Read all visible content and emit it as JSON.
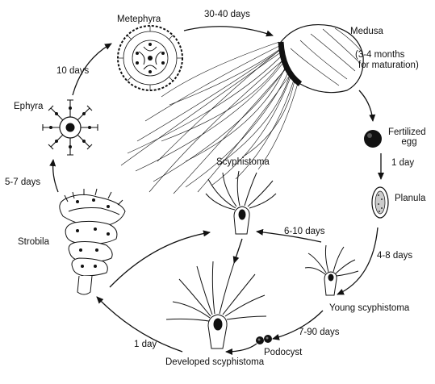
{
  "diagram": {
    "stages": {
      "metephyra": "Metephyra",
      "medusa": "Medusa",
      "medusa_note_line1": "(3-4 months",
      "medusa_note_line2": "for maturation)",
      "ephyra": "Ephyra",
      "fertilized_line1": "Fertilized",
      "fertilized_line2": "egg",
      "scyphistoma": "Scyphistoma",
      "planula": "Planula",
      "strobila": "Strobila",
      "young_scyphistoma": "Young scyphistoma",
      "podocyst": "Podocyst",
      "developed_scyphistoma": "Developed scyphistoma"
    },
    "durations": {
      "metephyra_to_medusa": "30-40 days",
      "ephyra_to_metephyra": "10 days",
      "egg_to_planula": "1 day",
      "strobila_to_ephyra": "5-7 days",
      "young_to_scyphistoma": "6-10 days",
      "planula_to_young": "4-8 days",
      "young_to_podocyst": "7-90 days",
      "developed_to_strobila": "1 day"
    }
  }
}
